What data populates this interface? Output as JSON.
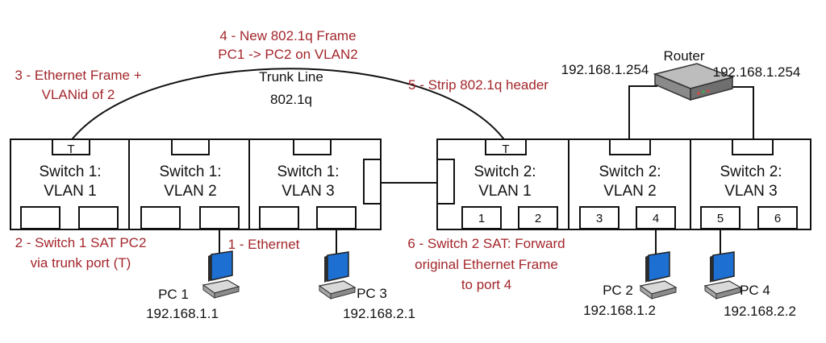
{
  "colors": {
    "annotation": "#a3262b",
    "text": "#111111",
    "screen": "#1d6fd1",
    "router": "#8a8a8a"
  },
  "annotations": {
    "step3_l1": "3 - Ethernet Frame +",
    "step3_l2": "VLANid of 2",
    "step4_l1": "4 - New 802.1q Frame",
    "step4_l2": "PC1 -> PC2 on VLAN2",
    "step5": "5 - Strip 802.1q header",
    "step2_l1": "2 - Switch 1 SAT PC2",
    "step2_l2": "via trunk port (T)",
    "step1": "1 - Ethernet",
    "step6_l1": "6 - Switch 2 SAT: Forward",
    "step6_l2": "original Ethernet Frame",
    "step6_l3": "to port 4"
  },
  "trunk": {
    "label": "Trunk Line",
    "protocol": "802.1q"
  },
  "router": {
    "label": "Router",
    "ip_left": "192.168.1.254",
    "ip_right": "192.168.1.254"
  },
  "switches": [
    {
      "l1": "Switch 1:",
      "l2": "VLAN 1",
      "trunk": "T"
    },
    {
      "l1": "Switch 1:",
      "l2": "VLAN 2"
    },
    {
      "l1": "Switch 1:",
      "l2": "VLAN 3"
    },
    {
      "l1": "Switch 2:",
      "l2": "VLAN 1",
      "trunk": "T",
      "ports": [
        "1",
        "2"
      ]
    },
    {
      "l1": "Switch 2:",
      "l2": "VLAN 2",
      "ports": [
        "3",
        "4"
      ]
    },
    {
      "l1": "Switch 2:",
      "l2": "VLAN 3",
      "ports": [
        "5",
        "6"
      ]
    }
  ],
  "pcs": [
    {
      "name": "PC 1",
      "ip": "192.168.1.1"
    },
    {
      "name": "PC 3",
      "ip": "192.168.2.1"
    },
    {
      "name": "PC 2",
      "ip": "192.168.1.2"
    },
    {
      "name": "PC 4",
      "ip": "192.168.2.2"
    }
  ]
}
